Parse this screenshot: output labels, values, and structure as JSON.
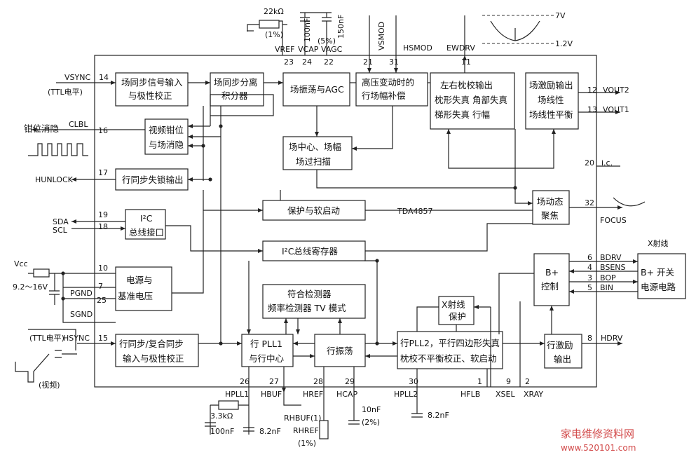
{
  "chip": {
    "name": "TDA4857"
  },
  "blocks": {
    "vsync_in": [
      "场同步信号输入",
      "与极性校正"
    ],
    "vsync_sep": [
      "场同步分离",
      "积分器"
    ],
    "v_osc_agc": [
      "场振荡与AGC"
    ],
    "eht_comp": [
      "高压变动时的",
      "行场幅补偿"
    ],
    "pincushion": [
      "左右枕校输出",
      "枕形失真  角部失真",
      "梯形失真  行幅"
    ],
    "v_drive": [
      "场激励输出",
      "场线性",
      "场线性平衡"
    ],
    "clamp_blank": [
      "视频钳位",
      "与场消隐"
    ],
    "v_center": [
      "场中心、场幅",
      "场过扫描"
    ],
    "hunlock_out": [
      "行同步失锁输出"
    ],
    "protect": [
      "保护与软启动"
    ],
    "i2c_if": [
      "I²C",
      "总线接口"
    ],
    "i2c_reg": [
      "I²C总线寄存器"
    ],
    "dyn_focus": [
      "场动态",
      "聚焦"
    ],
    "power": [
      "电源与",
      "基准电压"
    ],
    "coincidence": [
      "符合检测器",
      "频率检测器    TV 模式"
    ],
    "xray_prot": [
      "X射线",
      "保护"
    ],
    "bplus": [
      "B+",
      "控制"
    ],
    "ext_bplus": [
      "B+ 开关",
      "电源电路"
    ],
    "hsync_in": [
      "行同步/复合同步",
      "输入与极性校正"
    ],
    "pll1": [
      "行 PLL1",
      "与行中心"
    ],
    "h_osc": [
      "行振荡"
    ],
    "pll2": [
      "行PLL2，平行四边形失真",
      "枕校不平衡校正、软启动"
    ],
    "h_drive": [
      "行激励",
      "输出"
    ]
  },
  "pins": {
    "vref": "VREF",
    "vref_n": "23",
    "vcap": "VCAP",
    "vcap_n": "24",
    "vagc": "VAGC",
    "vagc_n": "22",
    "vsmod": "VSMOD",
    "vsmod_n": "21",
    "hsmod": "HSMOD",
    "hsmod_n": "31",
    "ewdrv": "EWDRV",
    "ewdrv_n": "11",
    "vsync": "VSYNC",
    "vsync_n": "14",
    "clbl": "CLBL",
    "clbl_n": "16",
    "hunlock": "HUNLOCK",
    "hunlock_n": "17",
    "sda": "SDA",
    "sda_n": "19",
    "scl": "SCL",
    "scl_n": "18",
    "vcc": "Vcc",
    "vcc_n": "10",
    "pgnd": "PGND",
    "pgnd_n": "7",
    "sgnd": "SGND",
    "sgnd_n": "25",
    "hsync": "HSYNC",
    "hsync_n": "15",
    "vout2": "VOUT2",
    "vout2_n": "12",
    "vout1": "VOUT1",
    "vout1_n": "13",
    "ic": "i.c.",
    "ic_n": "20",
    "focus": "FOCUS",
    "focus_n": "32",
    "bdrv": "BDRV",
    "bdrv_n": "6",
    "bsens": "BSENS",
    "bsens_n": "4",
    "bop": "BOP",
    "bop_n": "3",
    "bin": "BIN",
    "bin_n": "5",
    "hdrv": "HDRV",
    "hdrv_n": "8",
    "hpll1": "HPLL1",
    "hpll1_n": "26",
    "hbuf": "HBUF",
    "hbuf_n": "27",
    "href": "HREF",
    "href_n": "28",
    "hcap": "HCAP",
    "hcap_n": "29",
    "hpll2": "HPLL2",
    "hpll2_n": "30",
    "hflb": "HFLB",
    "hflb_n": "1",
    "xsel": "XSEL",
    "xsel_n": "9",
    "xray": "XRAY",
    "xray_n": "2"
  },
  "components": {
    "r_vref": "22kΩ",
    "r_vref_tol": "(1%)",
    "c_vcap": "100nF",
    "c_vagc_tol": "(5%)",
    "c_vagc": "150nF",
    "r_hpll1": "3.3kΩ",
    "c_hpll1": "100nF",
    "c_hbuf": "8.2nF",
    "r_hbuf": "RHBUF(1)",
    "r_href": "RHREF",
    "r_href_tol": "(1%)",
    "c_hcap": "10nF",
    "c_hcap_tol": "(2%)",
    "c_hpll2": "8.2nF"
  },
  "labels": {
    "ttl_v": "(TTL电平)",
    "ttl_h": "(TTL电平)",
    "clamp_blank_text": "钳位消隐",
    "vcc_range": "9.2～16V",
    "video_note": "(视频)",
    "xray_line": "X射线",
    "wave_7v": "7V",
    "wave_1v2": "1.2V"
  },
  "watermark": {
    "cn": "家电维修资料网",
    "url": "www.520101.com"
  }
}
